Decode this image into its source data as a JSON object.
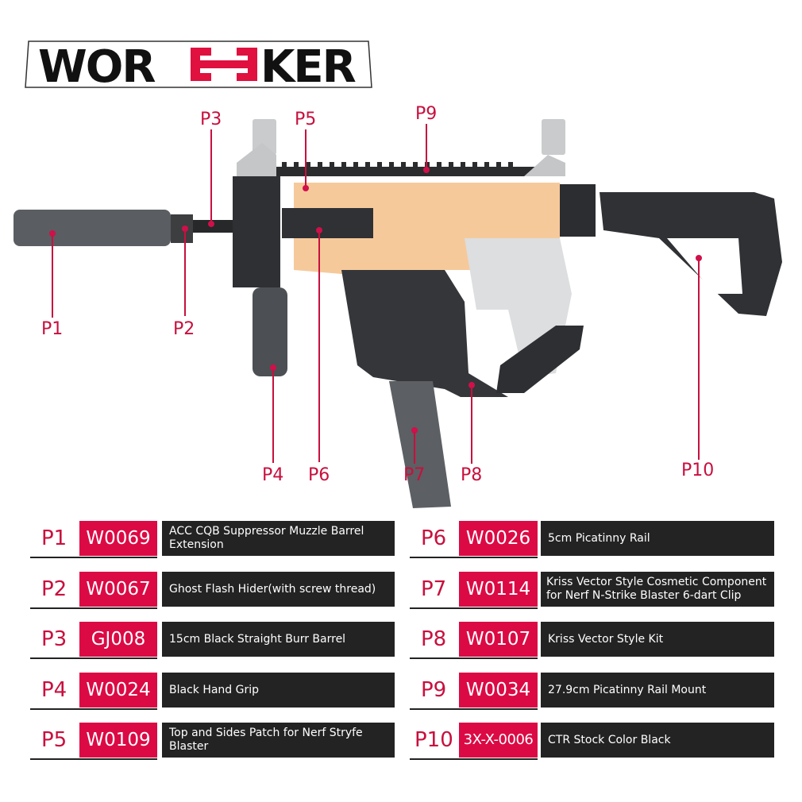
{
  "brand": {
    "logo_text_left": "WOR",
    "logo_text_right": "KER",
    "logo_full": "WORKER",
    "colors": {
      "accent": "#dc0a44",
      "dark": "#232323",
      "label": "#c8103e"
    }
  },
  "diagram": {
    "subject": "Kriss Vector style kit assembled on orange Nerf Stryfe blaster",
    "callouts": [
      {
        "id": "P1",
        "label": "P1"
      },
      {
        "id": "P2",
        "label": "P2"
      },
      {
        "id": "P3",
        "label": "P3"
      },
      {
        "id": "P4",
        "label": "P4"
      },
      {
        "id": "P5",
        "label": "P5"
      },
      {
        "id": "P6",
        "label": "P6"
      },
      {
        "id": "P7",
        "label": "P7"
      },
      {
        "id": "P8",
        "label": "P8"
      },
      {
        "id": "P9",
        "label": "P9"
      },
      {
        "id": "P10",
        "label": "P10"
      }
    ]
  },
  "parts": {
    "left": [
      {
        "p": "P1",
        "code": "W0069",
        "desc": "ACC CQB Suppressor Muzzle Barrel Extension"
      },
      {
        "p": "P2",
        "code": "W0067",
        "desc": "Ghost Flash Hider(with screw thread)"
      },
      {
        "p": "P3",
        "code": "GJ008",
        "desc": "15cm Black Straight Burr Barrel"
      },
      {
        "p": "P4",
        "code": "W0024",
        "desc": "Black Hand Grip"
      },
      {
        "p": "P5",
        "code": "W0109",
        "desc": "Top and Sides Patch for Nerf Stryfe Blaster"
      }
    ],
    "right": [
      {
        "p": "P6",
        "code": "W0026",
        "desc": "5cm Picatinny Rail"
      },
      {
        "p": "P7",
        "code": "W0114",
        "desc": "Kriss Vector Style Cosmetic Component for Nerf N-Strike Blaster 6-dart Clip"
      },
      {
        "p": "P8",
        "code": "W0107",
        "desc": "Kriss Vector Style Kit"
      },
      {
        "p": "P9",
        "code": "W0034",
        "desc": "27.9cm Picatinny Rail Mount"
      },
      {
        "p": "P10",
        "code": "3X-X-0006",
        "desc": "CTR Stock Color Black"
      }
    ]
  }
}
